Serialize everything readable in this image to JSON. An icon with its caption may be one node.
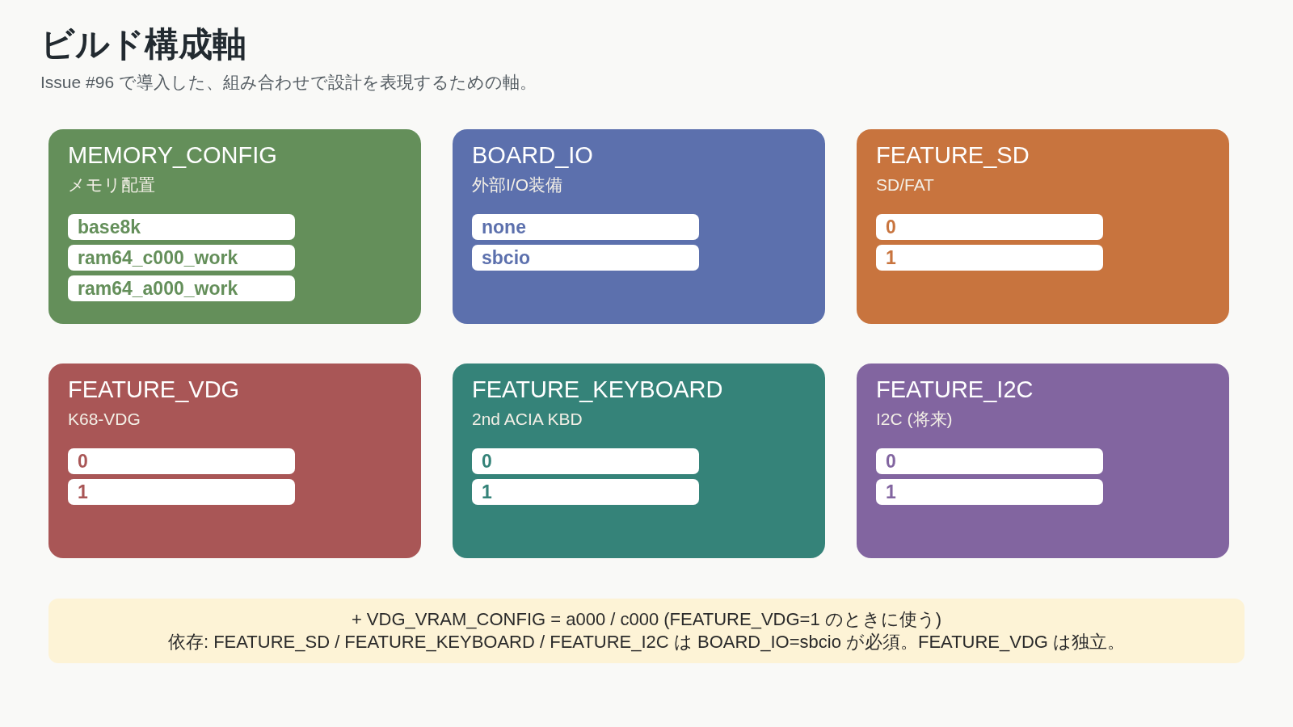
{
  "diagram": {
    "title": "ビルド構成軸",
    "nodes": [
      {
        "text": [
          "MEMORY_CONFIG",
          "メモリ配置"
        ]
      },
      {
        "text": [
          "base8k"
        ],
        "in": 0
      },
      {
        "text": [
          "ram64_c000_work"
        ],
        "in": 0
      },
      {
        "text": [
          "ram64_a000_work"
        ],
        "in": 0
      },
      {
        "text": [
          "BOARD_IO",
          "外部I/O装備"
        ]
      },
      {
        "text": [
          "none"
        ],
        "in": 4
      },
      {
        "text": [
          "sbcio"
        ],
        "in": 4
      },
      {
        "text": [
          "FEATURE_SD",
          "SD/FAT"
        ]
      },
      {
        "text": [
          "0"
        ],
        "in": 7
      },
      {
        "text": [
          "1"
        ],
        "in": 7
      },
      {
        "text": [
          "FEATURE_VDG",
          "K68-VDG"
        ]
      },
      {
        "text": [
          "0"
        ],
        "in": 10
      },
      {
        "text": [
          "1"
        ],
        "in": 10
      },
      {
        "text": [
          "FEATURE_KEYBOARD",
          "2nd ACIA KBD"
        ]
      },
      {
        "text": [
          "0"
        ],
        "in": 13
      },
      {
        "text": [
          "1"
        ],
        "in": 13
      },
      {
        "text": [
          "FEATURE_I2C",
          "I2C (将来)"
        ]
      },
      {
        "text": [
          "0"
        ],
        "in": 16
      },
      {
        "text": [
          "1"
        ],
        "in": 16
      },
      {
        "text": [
          "+ VDG_VRAM_CONFIG = a000 / c000 (FEATURE_VDG=1 のときに使う)",
          "依存: FEATURE_SD / FEATURE_KEYBOARD / FEATURE_I2C は BOARD_IO=sbcio が必須。FEATURE_VDG は独立。"
        ]
      }
    ],
    "labels": [
      "Issue #96 で導入した、組み合わせで設計を表現するための軸。"
    ]
  }
}
